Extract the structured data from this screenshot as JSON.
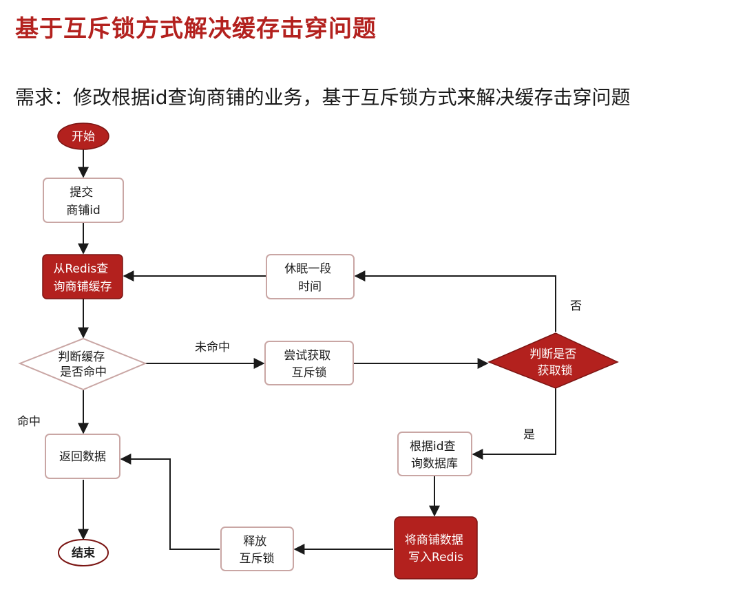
{
  "page": {
    "title": "基于互斥锁方式解决缓存击穿问题",
    "subtitle": "需求：修改根据id查询商铺的业务，基于互斥锁方式来解决缓存击穿问题"
  },
  "colors": {
    "accent": "#b3211e",
    "node_border": "#c9a6a4",
    "line": "#1a1a1a"
  },
  "flowchart": {
    "nodes": {
      "start": {
        "lines": [
          "开始"
        ]
      },
      "submit": {
        "lines": [
          "提交",
          "商铺id"
        ]
      },
      "query_redis": {
        "lines": [
          "从Redis查",
          "询商铺缓存"
        ]
      },
      "check_hit": {
        "lines": [
          "判断缓存",
          "是否命中"
        ]
      },
      "return_data": {
        "lines": [
          "返回数据"
        ]
      },
      "end": {
        "lines": [
          "结束"
        ]
      },
      "try_lock": {
        "lines": [
          "尝试获取",
          "互斥锁"
        ]
      },
      "check_lock": {
        "lines": [
          "判断是否",
          "获取锁"
        ]
      },
      "sleep": {
        "lines": [
          "休眠一段",
          "时间"
        ]
      },
      "query_db": {
        "lines": [
          "根据id查",
          "询数据库"
        ]
      },
      "write_redis": {
        "lines": [
          "将商铺数据",
          "写入Redis"
        ]
      },
      "release_lock": {
        "lines": [
          "释放",
          "互斥锁"
        ]
      }
    },
    "labels": {
      "miss": "未命中",
      "hit": "命中",
      "no": "否",
      "yes": "是"
    }
  }
}
